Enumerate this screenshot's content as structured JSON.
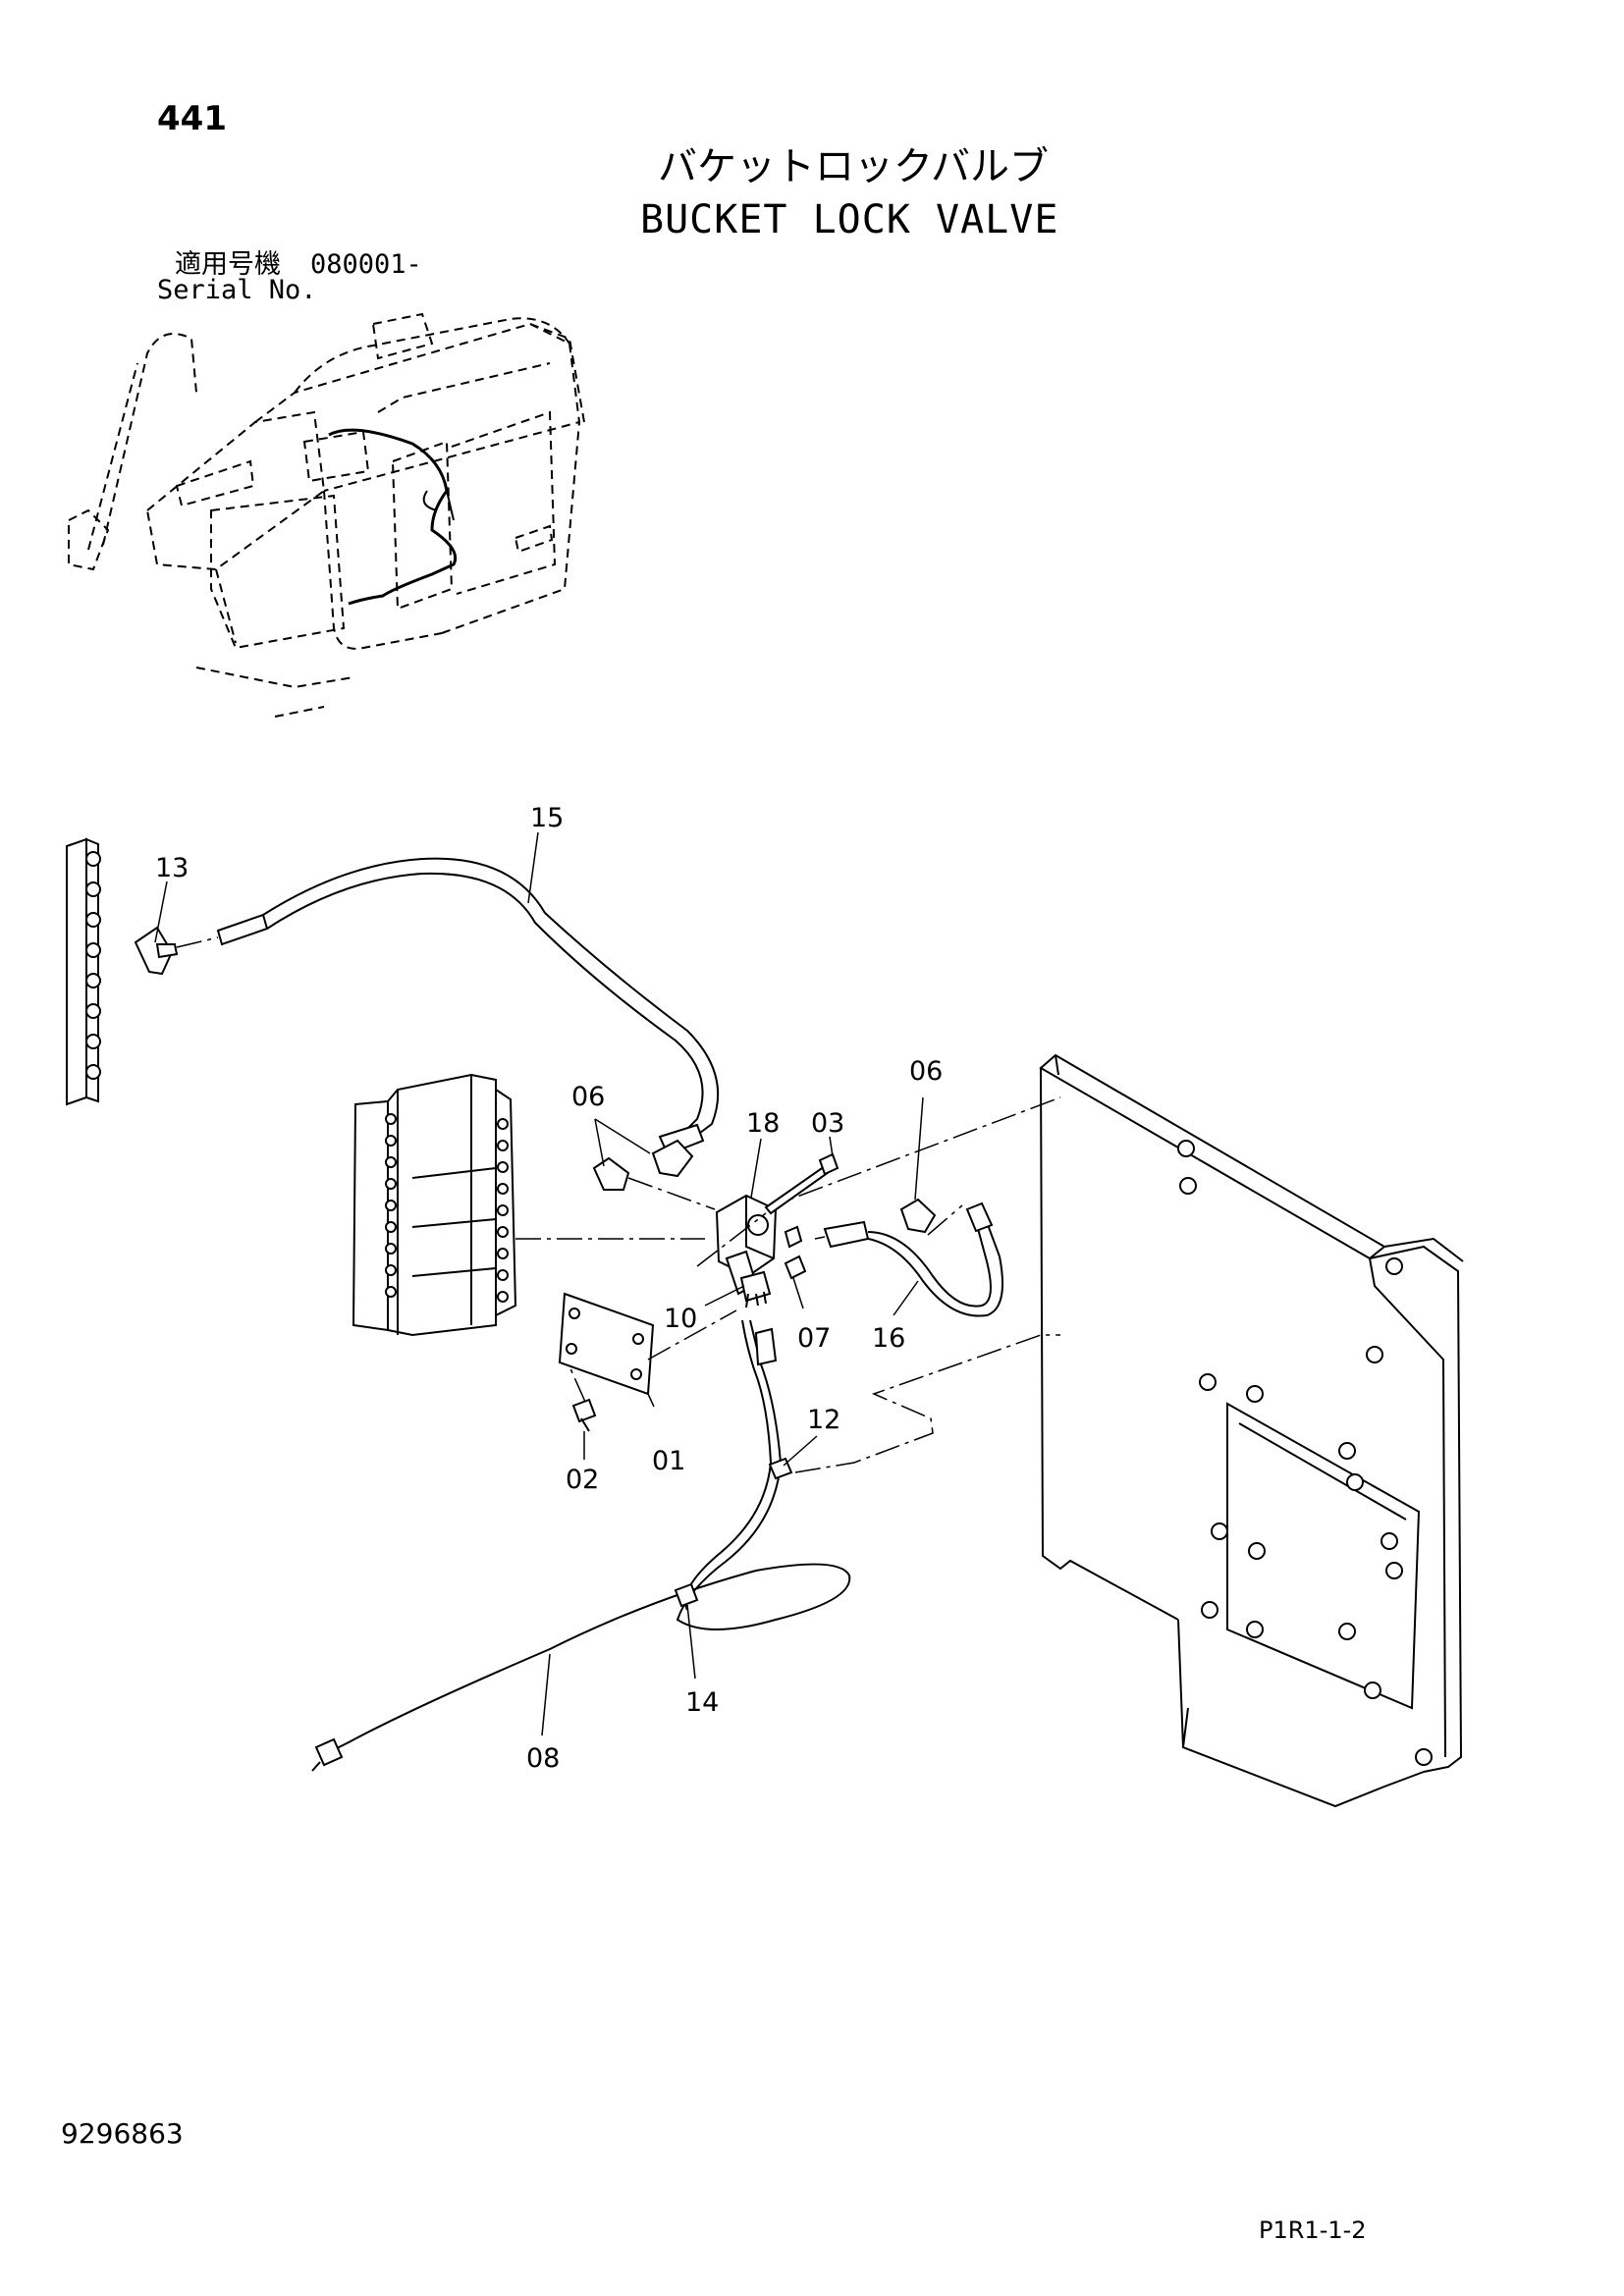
{
  "header": {
    "page_number": "441",
    "title_jp": "バケットロックバルブ",
    "title_en": "BUCKET LOCK VALVE",
    "serial_jp_label": "適用号機",
    "serial_value": "080001-",
    "serial_en_label": "Serial No."
  },
  "callouts": {
    "c01": "01",
    "c02": "02",
    "c03": "03",
    "c06a": "06",
    "c06b": "06",
    "c07": "07",
    "c08": "08",
    "c10": "10",
    "c12": "12",
    "c13": "13",
    "c14": "14",
    "c15": "15",
    "c16": "16",
    "c18": "18"
  },
  "footer": {
    "doc_number": "9296863",
    "page_ref": "P1R1-1-2"
  }
}
